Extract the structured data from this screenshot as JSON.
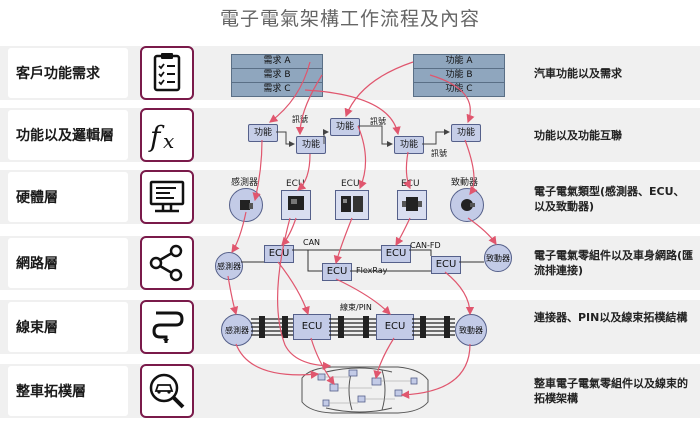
{
  "title": "電子電氣架構工作流程及內容",
  "layers": [
    {
      "label": "客戶功能需求",
      "icon": "clipboard-checklist-icon",
      "desc": "汽車功能以及需求"
    },
    {
      "label": "功能以及邏輯層",
      "icon": "function-fx-icon",
      "desc": "功能以及功能互聯"
    },
    {
      "label": "硬體層",
      "icon": "computer-monitor-icon",
      "desc": "電子電氣類型(感測器、ECU、以及致動器)"
    },
    {
      "label": "網路層",
      "icon": "share-network-icon",
      "desc": "電子電氣零組件以及車身網路(匯流排連接)"
    },
    {
      "label": "線束層",
      "icon": "wire-path-icon",
      "desc": "連接器、PIN以及線束拓樸結構"
    },
    {
      "label": "整車拓樸層",
      "icon": "magnifier-car-icon",
      "desc": "整車電子電氣零組件以及線束的拓樸架構"
    }
  ],
  "requirements": [
    "需求 A",
    "需求 B",
    "需求 C"
  ],
  "functions_list": [
    "功能 A",
    "功能 B",
    "功能 C"
  ],
  "function_box": "功能",
  "signal": "訊號",
  "hardware": {
    "sensor": "感測器",
    "ecu": "ECU",
    "actuator": "致動器"
  },
  "network": {
    "sensor": "感測器",
    "ecu": "ECU",
    "actuator": "致動器",
    "can": "CAN",
    "canfd": "CAN-FD",
    "flexray": "FlexRay"
  },
  "harness": {
    "sensor": "感測器",
    "ecu": "ECU",
    "actuator": "致動器",
    "wire_pin": "線束/PIN"
  },
  "colors": {
    "accent": "#7a1a4a",
    "arrow": "#e0566e",
    "box": "#c3cbe7",
    "req": "#8fa6be"
  }
}
